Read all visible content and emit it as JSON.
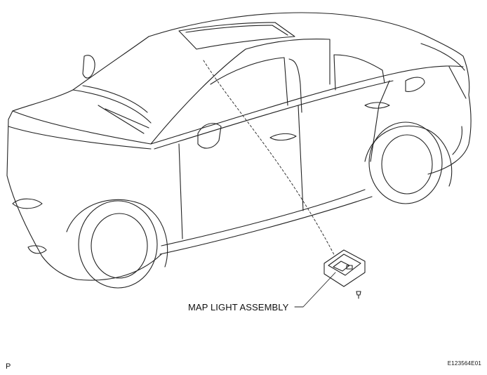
{
  "diagram": {
    "callout_label": "MAP LIGHT ASSEMBLY",
    "corner_letter": "P",
    "figure_code": "E123564E01"
  },
  "colors": {
    "line": "#222222",
    "background": "#ffffff"
  }
}
